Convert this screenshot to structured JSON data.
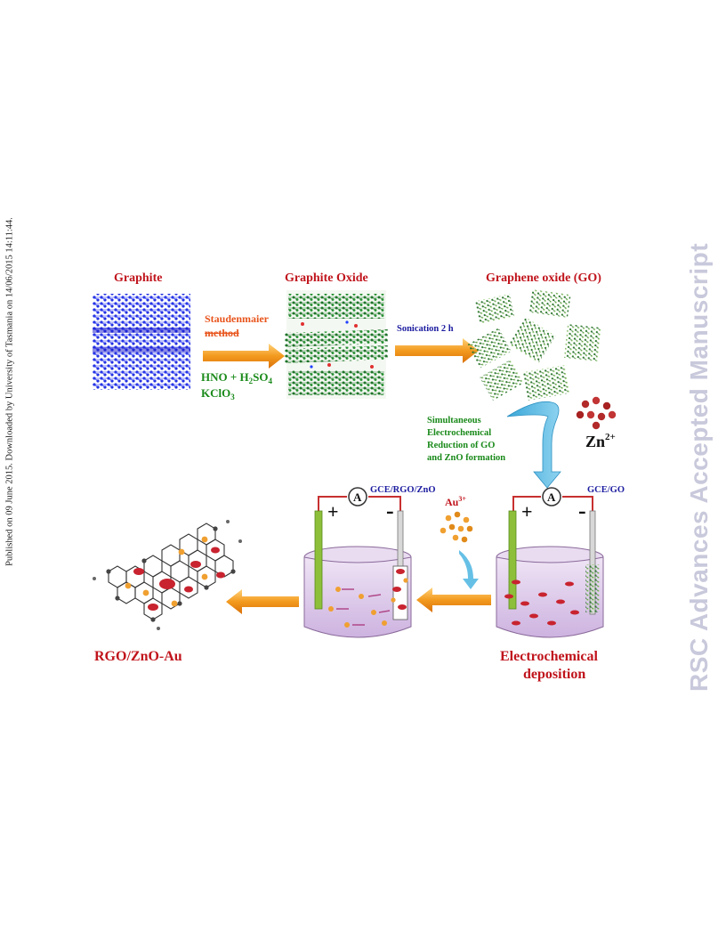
{
  "side_note": "Published on 09 June 2015. Downloaded by University of Tasmania on 14/06/2015 14:11:44.",
  "watermark": "RSC Advances Accepted Manuscript",
  "labels": {
    "graphite": "Graphite",
    "graphite_oxide": "Graphite Oxide",
    "graphene_oxide": "Graphene oxide (GO)",
    "method_line1": "Staudenmaier",
    "method_line2": "method",
    "reagents_line1": "HNO + H",
    "reagents_sub1": "2",
    "reagents_line1b": "SO",
    "reagents_sub1b": "4",
    "reagents_line2": "KClO",
    "reagents_sub2": "3",
    "sonication": "Sonication 2 h",
    "step_line1": "Simultaneous",
    "step_line2": "Electrochemical",
    "step_line3": "Reduction of GO",
    "step_line4": "and ZnO formation",
    "zn": "Zn",
    "zn_sup": "2+",
    "au": "Au",
    "au_sup": "3+",
    "cell_left": "GCE/RGO/ZnO",
    "cell_right": "GCE/GO",
    "ammeter": "A",
    "plus": "+",
    "minus": "-",
    "deposition_line1": "Electrochemical",
    "deposition_line2": "deposition",
    "product": "RGO/ZnO-Au"
  }
}
